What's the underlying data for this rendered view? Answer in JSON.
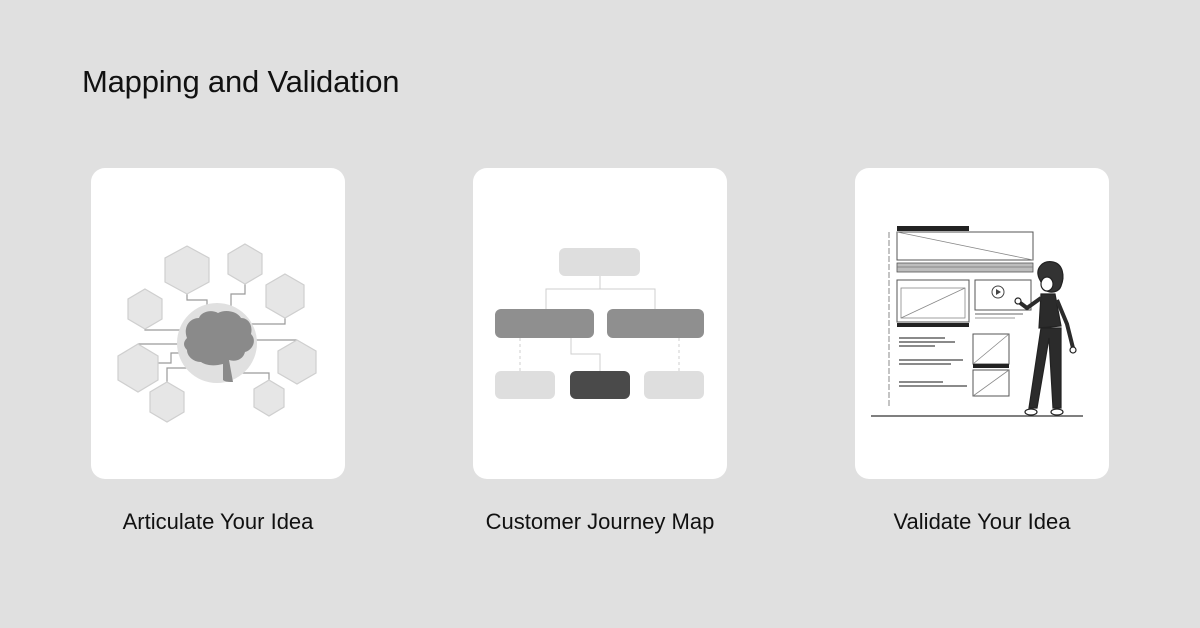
{
  "page": {
    "title": "Mapping and Validation",
    "background": "#e0e0e0"
  },
  "cards": [
    {
      "label": "Articulate Your Idea",
      "illustration": "brain-network-illustration"
    },
    {
      "label": "Customer Journey Map",
      "illustration": "flowchart-illustration"
    },
    {
      "label": "Validate Your Idea",
      "illustration": "woman-wireframe-illustration"
    }
  ],
  "colors": {
    "card": "#ffffff",
    "text": "#111111",
    "hexagon": "#e6e6e6",
    "brain": "#8a8a8a",
    "flow_top": "#dedede",
    "flow_mid": "#8f8f8f",
    "flow_dark": "#4a4a4a"
  }
}
